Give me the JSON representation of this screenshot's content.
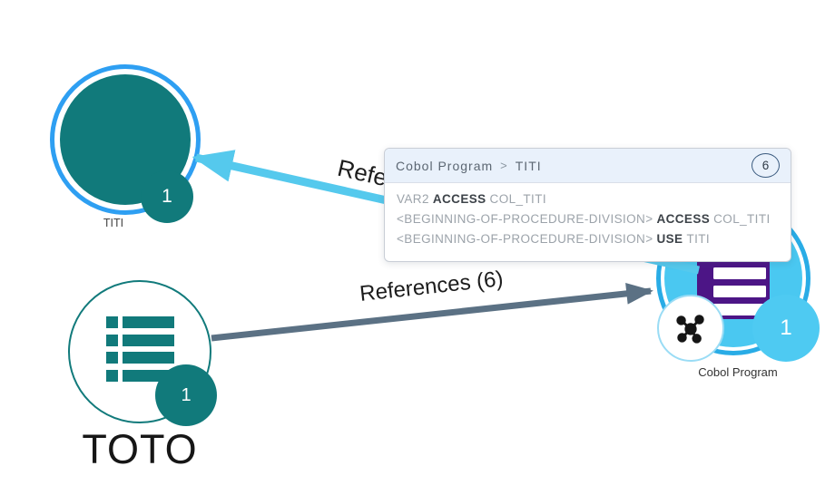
{
  "canvas": {
    "background": "#ffffff"
  },
  "nodes": {
    "titi": {
      "label": "TITI",
      "badge": "1",
      "fill_color": "#117a7b",
      "ring_color": "#2e9ff2",
      "icon": "circle"
    },
    "toto": {
      "label": "TOTO",
      "badge": "1",
      "stroke_color": "#117a7b",
      "icon": "table-icon"
    },
    "cobol": {
      "label": "Cobol Program",
      "badge": "1",
      "fill_color": "#4ac8f1",
      "ring_color": "#29ace6",
      "icon": "program-list-icon",
      "icon_color": "#4c1586",
      "sub_icon": "network-icon"
    }
  },
  "edges": {
    "selected": {
      "label": "References (6)",
      "color": "#55c9ed",
      "from": "Cobol Program",
      "to": "TITI"
    },
    "reference": {
      "label": "References (6)",
      "color": "#5b7184",
      "from": "TOTO",
      "to": "Cobol Program"
    }
  },
  "tooltip": {
    "source": "Cobol Program",
    "separator": ">",
    "target": "TITI",
    "count": "6",
    "rows": [
      {
        "pre": "VAR2",
        "keyword": "ACCESS",
        "post": "COL_TITI"
      },
      {
        "pre": "<BEGINNING-OF-PROCEDURE-DIVISION>",
        "keyword": "ACCESS",
        "post": "COL_TITI"
      },
      {
        "pre": "<BEGINNING-OF-PROCEDURE-DIVISION>",
        "keyword": "USE",
        "post": "TITI"
      }
    ]
  }
}
